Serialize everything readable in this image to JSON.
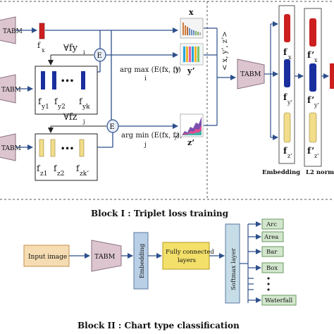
{
  "block1": {
    "tabm_labels": [
      "TABM",
      "TABM",
      "TABM"
    ],
    "tabm_main": "TABM",
    "f_x": "f",
    "f_x_sub": "x",
    "x_img_label": "x",
    "y_img_label": "y’",
    "z_img_label": "z’",
    "forall_y": "∀fy",
    "forall_y_sub": "i",
    "forall_z": "∀fz",
    "forall_z_sub": "j",
    "e_label": "E",
    "argmax": "arg max (E(fx, fy",
    "argmax_tail": "))",
    "argmax_sub": "i",
    "argmax_under": "i",
    "argmin": "arg min (E(fx, fz",
    "argmin_tail": "))",
    "argmin_sub": "j",
    "argmin_under": "j",
    "dots": "•••",
    "fy_labels": [
      "f",
      "f",
      "f"
    ],
    "fy_subs": [
      "y1",
      "y2",
      "yk"
    ],
    "fz_labels": [
      "f",
      "f",
      "f"
    ],
    "fz_subs": [
      "z1",
      "z2",
      "zk’"
    ],
    "triplet_text": "< x, y’, z’>",
    "emb_labels": [
      "f",
      "f",
      "f"
    ],
    "emb_subs": [
      "x",
      "y’",
      "z’"
    ],
    "norm_labels": [
      "f’",
      "f’",
      "f’"
    ],
    "norm_subs": [
      "x",
      "y’",
      "z’"
    ],
    "embedding_caption": "Embedding",
    "l2_caption": "L2  norm",
    "title": "Block I : Triplet loss training"
  },
  "block2": {
    "input_image": "Input image",
    "tabm": "TABM",
    "embedding": "Embedding",
    "fc_line1": "Fully connected",
    "fc_line2": "layers",
    "softmax": "Softmax  layer",
    "classes": [
      "Arc",
      "Area",
      "Bar",
      "Box",
      "Waterfall"
    ],
    "title": "Block II : Chart type classification"
  },
  "colors": {
    "tabm_fill": "#dcc5cf",
    "input_fill": "#f6dcb2",
    "embedding_fill": "#b9cfe6",
    "fc_fill": "#f3e06a",
    "softmax_fill": "#c6dde8",
    "class_fill": "#d2e6cd",
    "red": "#cc1f1f",
    "blue": "#1a2f9e",
    "yellow": "#f1dd8a",
    "arrow": "#2d4f8c"
  }
}
